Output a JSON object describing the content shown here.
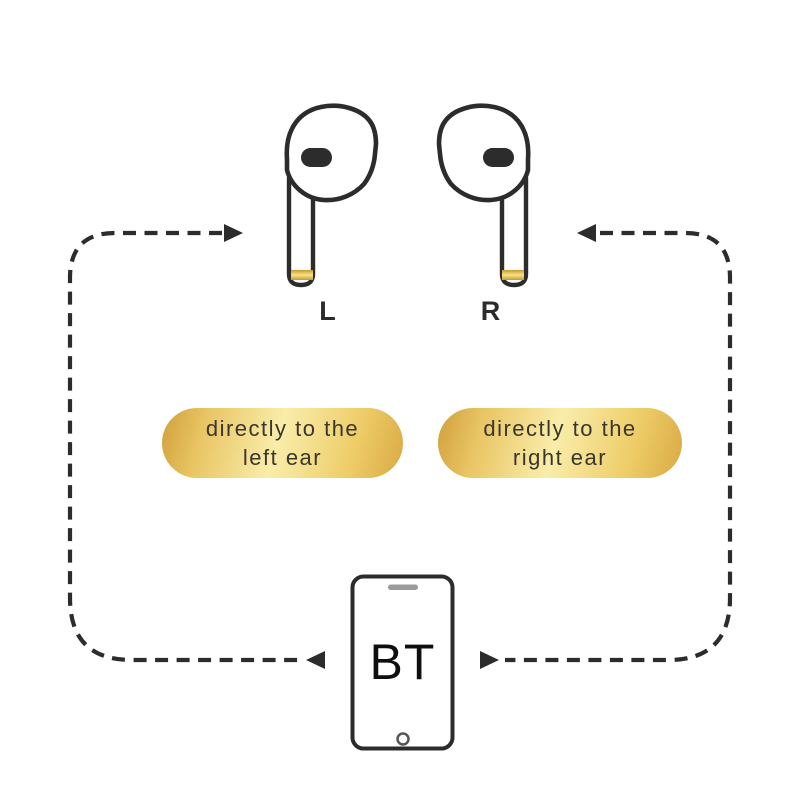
{
  "diagram": {
    "left_earbud": {
      "label": "L",
      "callout_line1": "directly to the",
      "callout_line2": "left ear"
    },
    "right_earbud": {
      "label": "R",
      "callout_line1": "directly to the",
      "callout_line2": "right ear"
    },
    "phone": {
      "label": "BT"
    }
  },
  "colors": {
    "ink": "#2c2c2c",
    "gold_band_edge": "#c9992d",
    "gold_band_center": "#f6e388",
    "pill_gold_dark": "#cfa03a",
    "pill_gold_light": "#f9edaa",
    "speaker_gray": "#9b9b9b",
    "callout_text": "#3a362c"
  }
}
